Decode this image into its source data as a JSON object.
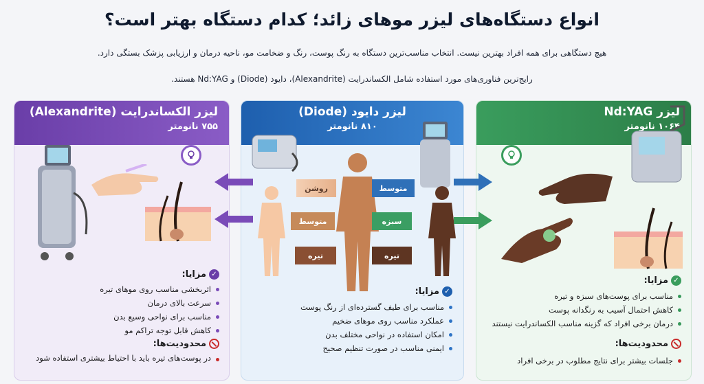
{
  "header": {
    "title": "انواع دستگاه‌های لیزر موهای زائد؛ کدام دستگاه بهتر است؟",
    "intro_line1": "هیچ دستگاهی برای همه افراد بهترین نیست. انتخاب مناسب‌ترین  دستگاه به رنگ پوست، رنگ و ضخامت مو، ناحیه درمان و ارزیابی پزشک بستگی دارد.",
    "intro_line2": "رایج‌ترین فناوری‌های مورد استفاده شامل الکساندرایت (Alexandrite)، دایود (Diode) و Nd:YAG هستند."
  },
  "cards": {
    "alexandrite": {
      "name": "لیزر الکساندرایت (Alexandrite)",
      "wavelength": "۷۵۵ نانومتر",
      "advantages_title": "مزایا:",
      "advantages": [
        "اثربخشی مناسب روی موهای تیره",
        "سرعت بالای درمان",
        "مناسب برای نواحی وسیع بدن",
        "کاهش قابل توجه تراکم مو"
      ],
      "limitations_title": "محدودیت‌ها:",
      "limitations": [
        "در پوست‌های تیره باید با احتیاط بیشتری استفاده شود"
      ],
      "color": "#6a3ea8"
    },
    "diode": {
      "name": "لیزر دایود (Diode)",
      "wavelength": "۸۱۰ نانومتر",
      "advantages_title": "مزایا:",
      "advantages": [
        "مناسب برای طیف گسترده‌ای از رنگ پوست",
        "عملکرد مناسب روی موهای ضخیم",
        "امکان استفاده در نواحی مختلف بدن",
        "ایمنی مناسب در صورت تنظیم صحیح"
      ],
      "color": "#1e5fae"
    },
    "ndyag": {
      "name": "لیزر Nd:YAG",
      "wavelength": "۱۰۶۴ نانومتر",
      "advantages_title": "مزایا:",
      "advantages": [
        "مناسب برای پوست‌های سبزه و تیره",
        "کاهش احتمال آسیب به رنگدانه پوست",
        "درمان برخی افراد که گزینه مناسب الکساندرایت نیستند"
      ],
      "limitations_title": "محدودیت‌ها:",
      "limitations": [
        "جلسات بیشتر برای نتایج مطلوب در برخی افراد"
      ],
      "color": "#3a9d5d"
    }
  },
  "skin_tones": {
    "light": "روشن",
    "medium_left": "متوسط",
    "medium_right": "متوسط",
    "tan": "سبزه",
    "dark_left": "تیره",
    "dark_right": "تیره"
  },
  "icons": [
    "bulb-icon",
    "check-icon",
    "ban-icon",
    "laser-device",
    "hand",
    "hair-follicle",
    "human-silhouette"
  ]
}
